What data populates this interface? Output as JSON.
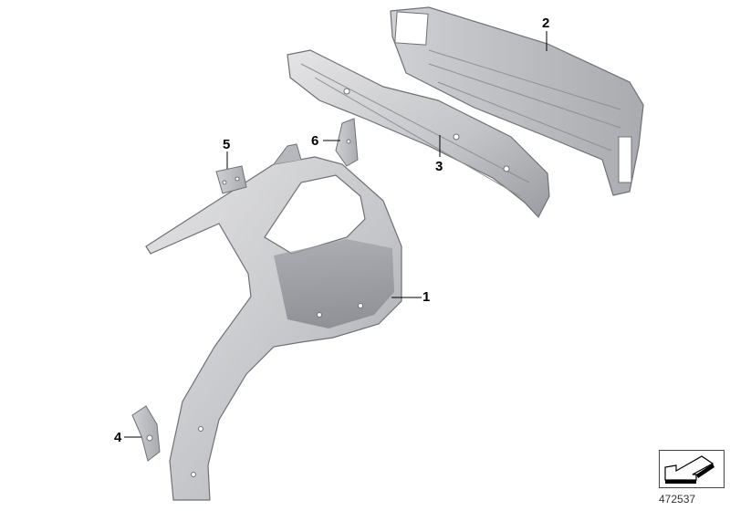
{
  "diagram": {
    "title": "Side panel / rear panel parts diagram",
    "colors": {
      "part_light": "#d4d4d6",
      "part_mid": "#b7b8bb",
      "part_dark": "#8e9095",
      "outline": "#6f7176",
      "background": "#ffffff"
    },
    "callouts": [
      {
        "id": "1",
        "label": "1",
        "part": "side-panel"
      },
      {
        "id": "2",
        "label": "2",
        "part": "rear-panel"
      },
      {
        "id": "3",
        "label": "3",
        "part": "rear-crossmember"
      },
      {
        "id": "4",
        "label": "4",
        "part": "lower-bracket"
      },
      {
        "id": "5",
        "label": "5",
        "part": "small-bracket"
      },
      {
        "id": "6",
        "label": "6",
        "part": "corner-bracket"
      }
    ],
    "document_number": "472537",
    "nav_icon": "arrow-down-left-icon"
  }
}
